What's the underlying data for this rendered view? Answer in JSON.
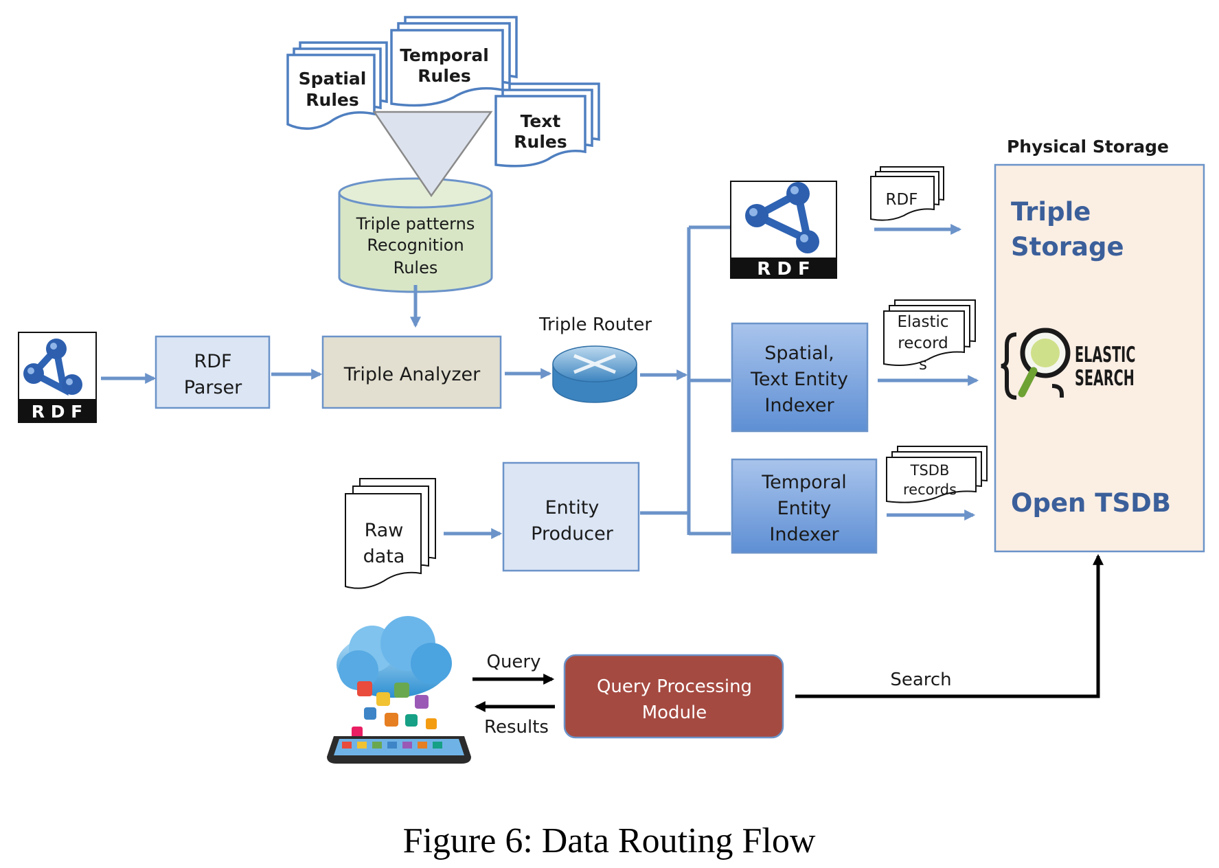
{
  "rules": {
    "spatial": [
      "Spatial",
      "Rules"
    ],
    "temporal": [
      "Temporal",
      "Rules"
    ],
    "text": [
      "Text",
      "Rules"
    ],
    "recognition": [
      "Triple patterns",
      "Recognition",
      "Rules"
    ]
  },
  "nodes": {
    "rdf_parser": [
      "RDF",
      "Parser"
    ],
    "triple_analyzer": "Triple Analyzer",
    "triple_router": "Triple Router",
    "entity_producer": [
      "Entity",
      "Producer"
    ],
    "raw_data": [
      "Raw",
      "data"
    ],
    "spatial_text_indexer": [
      "Spatial,",
      "Text Entity",
      "Indexer"
    ],
    "temporal_indexer": [
      "Temporal",
      "Entity",
      "Indexer"
    ],
    "query_module": [
      "Query Processing",
      "Module"
    ]
  },
  "records": {
    "rdf": "RDF",
    "elastic": [
      "Elastic",
      "record",
      "s"
    ],
    "tsdb": [
      "TSDB",
      "records"
    ]
  },
  "logos": {
    "rdf_text": "R D F",
    "elastic_text": [
      "ELASTIC",
      "SEARCH"
    ]
  },
  "storage": {
    "title": "Physical Storage",
    "triple": [
      "Triple",
      "Storage"
    ],
    "tsdb": "Open TSDB"
  },
  "edges": {
    "query": "Query",
    "results": "Results",
    "search": "Search"
  },
  "caption": "Figure 6: Data Routing Flow",
  "colors": {
    "flow": "#6b93c9",
    "light_box": "#dbe5f4",
    "analyzer": "#e2dfd0",
    "indexer": "#6f9ddb",
    "query_module": "#a54a41",
    "storage": "#fbeee3",
    "cylinder": "#d8e6c6",
    "funnel": "#dde3ee"
  }
}
